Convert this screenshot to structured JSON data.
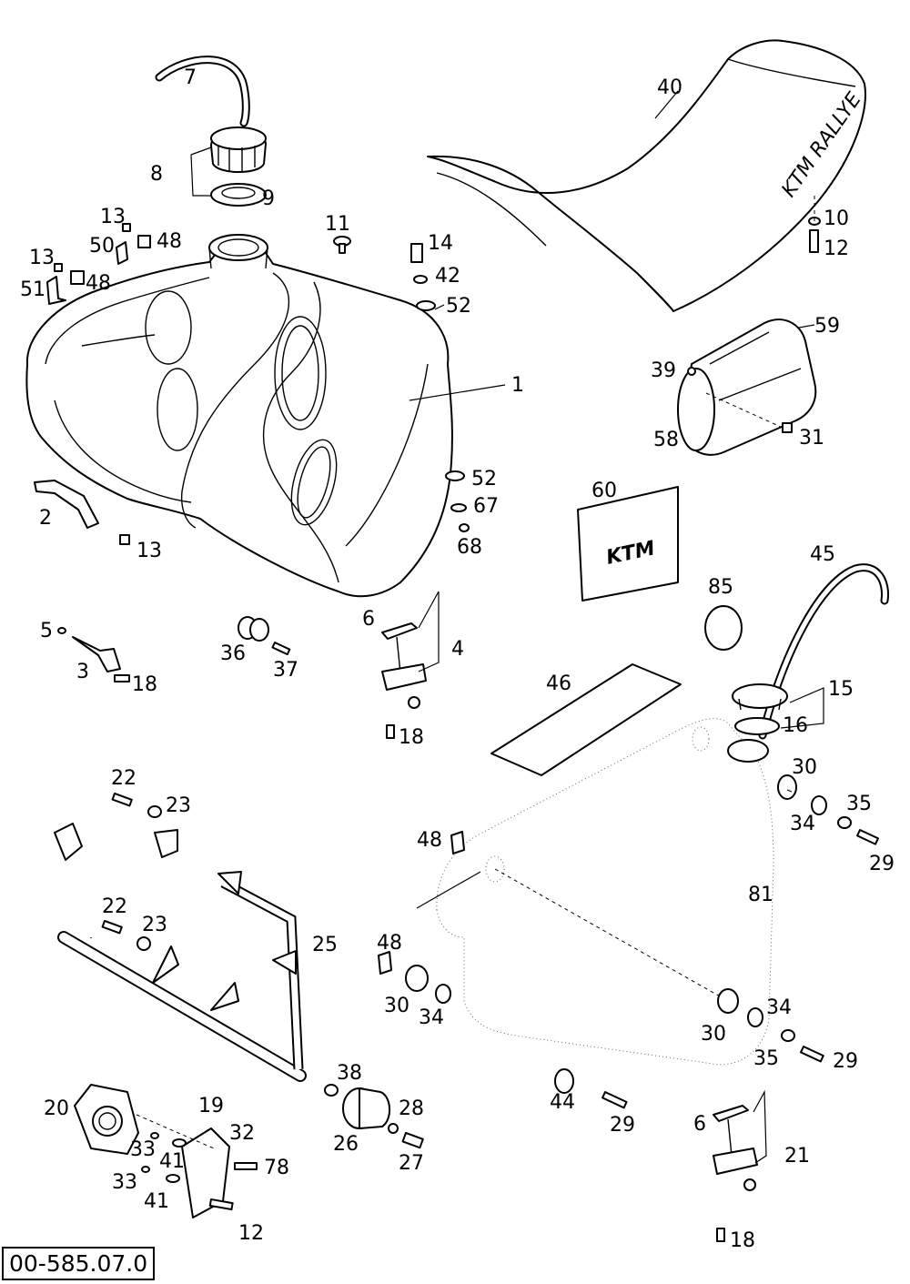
{
  "drawing_number": "00-585.07.0",
  "callouts": [
    {
      "id": "lbl-7",
      "text": "7"
    },
    {
      "id": "lbl-8",
      "text": "8"
    },
    {
      "id": "lbl-9",
      "text": "9"
    },
    {
      "id": "lbl-13a",
      "text": "13"
    },
    {
      "id": "lbl-50",
      "text": "50"
    },
    {
      "id": "lbl-48a",
      "text": "48"
    },
    {
      "id": "lbl-13b",
      "text": "13"
    },
    {
      "id": "lbl-51",
      "text": "51"
    },
    {
      "id": "lbl-48b",
      "text": "48"
    },
    {
      "id": "lbl-11",
      "text": "11"
    },
    {
      "id": "lbl-14",
      "text": "14"
    },
    {
      "id": "lbl-42",
      "text": "42"
    },
    {
      "id": "lbl-52a",
      "text": "52"
    },
    {
      "id": "lbl-1",
      "text": "1"
    },
    {
      "id": "lbl-52b",
      "text": "52"
    },
    {
      "id": "lbl-67",
      "text": "67"
    },
    {
      "id": "lbl-68",
      "text": "68"
    },
    {
      "id": "lbl-2",
      "text": "2"
    },
    {
      "id": "lbl-13c",
      "text": "13"
    },
    {
      "id": "lbl-40",
      "text": "40"
    },
    {
      "id": "lbl-10",
      "text": "10"
    },
    {
      "id": "lbl-12a",
      "text": "12"
    },
    {
      "id": "lbl-59",
      "text": "59"
    },
    {
      "id": "lbl-39",
      "text": "39"
    },
    {
      "id": "lbl-58",
      "text": "58"
    },
    {
      "id": "lbl-31",
      "text": "31"
    },
    {
      "id": "lbl-60",
      "text": "60"
    },
    {
      "id": "lbl-45",
      "text": "45"
    },
    {
      "id": "lbl-85",
      "text": "85"
    },
    {
      "id": "lbl-5",
      "text": "5"
    },
    {
      "id": "lbl-3",
      "text": "3"
    },
    {
      "id": "lbl-18a",
      "text": "18"
    },
    {
      "id": "lbl-36",
      "text": "36"
    },
    {
      "id": "lbl-37",
      "text": "37"
    },
    {
      "id": "lbl-6a",
      "text": "6"
    },
    {
      "id": "lbl-4",
      "text": "4"
    },
    {
      "id": "lbl-18b",
      "text": "18"
    },
    {
      "id": "lbl-46",
      "text": "46"
    },
    {
      "id": "lbl-15",
      "text": "15"
    },
    {
      "id": "lbl-16",
      "text": "16"
    },
    {
      "id": "lbl-30a",
      "text": "30"
    },
    {
      "id": "lbl-35a",
      "text": "35"
    },
    {
      "id": "lbl-34a",
      "text": "34"
    },
    {
      "id": "lbl-29a",
      "text": "29"
    },
    {
      "id": "lbl-22a",
      "text": "22"
    },
    {
      "id": "lbl-23a",
      "text": "23"
    },
    {
      "id": "lbl-48c",
      "text": "48"
    },
    {
      "id": "lbl-81",
      "text": "81"
    },
    {
      "id": "lbl-22b",
      "text": "22"
    },
    {
      "id": "lbl-23b",
      "text": "23"
    },
    {
      "id": "lbl-25",
      "text": "25"
    },
    {
      "id": "lbl-48d",
      "text": "48"
    },
    {
      "id": "lbl-30b",
      "text": "30"
    },
    {
      "id": "lbl-34b",
      "text": "34"
    },
    {
      "id": "lbl-34c",
      "text": "34"
    },
    {
      "id": "lbl-30c",
      "text": "30"
    },
    {
      "id": "lbl-35b",
      "text": "35"
    },
    {
      "id": "lbl-29b",
      "text": "29"
    },
    {
      "id": "lbl-38",
      "text": "38"
    },
    {
      "id": "lbl-20",
      "text": "20"
    },
    {
      "id": "lbl-19",
      "text": "19"
    },
    {
      "id": "lbl-32",
      "text": "32"
    },
    {
      "id": "lbl-28",
      "text": "28"
    },
    {
      "id": "lbl-33a",
      "text": "33"
    },
    {
      "id": "lbl-41a",
      "text": "41"
    },
    {
      "id": "lbl-78",
      "text": "78"
    },
    {
      "id": "lbl-26",
      "text": "26"
    },
    {
      "id": "lbl-27",
      "text": "27"
    },
    {
      "id": "lbl-33b",
      "text": "33"
    },
    {
      "id": "lbl-41b",
      "text": "41"
    },
    {
      "id": "lbl-12b",
      "text": "12"
    },
    {
      "id": "lbl-44",
      "text": "44"
    },
    {
      "id": "lbl-29c",
      "text": "29"
    },
    {
      "id": "lbl-6b",
      "text": "6"
    },
    {
      "id": "lbl-21",
      "text": "21"
    },
    {
      "id": "lbl-18c",
      "text": "18"
    }
  ],
  "brand_marks": {
    "seat": "KTM RALLYE",
    "sticker": "KTM"
  }
}
